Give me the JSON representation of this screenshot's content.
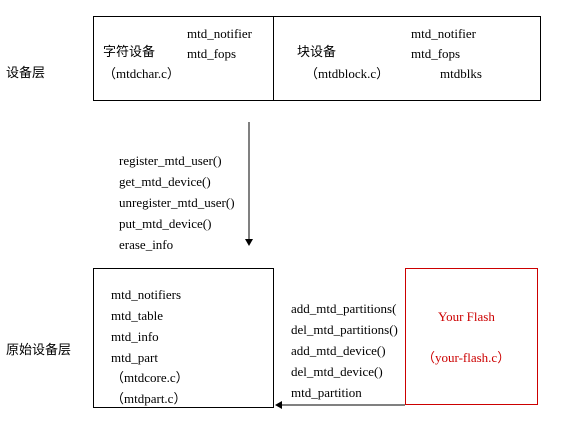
{
  "layers": {
    "device_layer": "设备层",
    "raw_device_layer": "原始设备层"
  },
  "char_device": {
    "title": "字符设备",
    "file": "（mtdchar.c）",
    "notifier": "mtd_notifier",
    "fops": "mtd_fops"
  },
  "block_device": {
    "title": "块设备",
    "file": "（mtdblock.c）",
    "notifier": "mtd_notifier",
    "fops": "mtd_fops",
    "blks": "mtdblks"
  },
  "user_api": [
    "register_mtd_user()",
    "get_mtd_device()",
    "unregister_mtd_user()",
    "put_mtd_device()",
    "erase_info"
  ],
  "core_box": [
    "mtd_notifiers",
    "mtd_table",
    "mtd_info",
    "mtd_part",
    "（mtdcore.c）",
    "（mtdpart.c）"
  ],
  "partition_api": [
    "add_mtd_partitions(",
    "del_mtd_partitions()",
    "add_mtd_device()",
    "del_mtd_device()",
    "mtd_partition"
  ],
  "flash_box": {
    "title": "Your Flash",
    "file": "（your-flash.c）"
  },
  "colors": {
    "flash_border": "#cc0000",
    "flash_text": "#cc0000",
    "line": "#000000"
  }
}
